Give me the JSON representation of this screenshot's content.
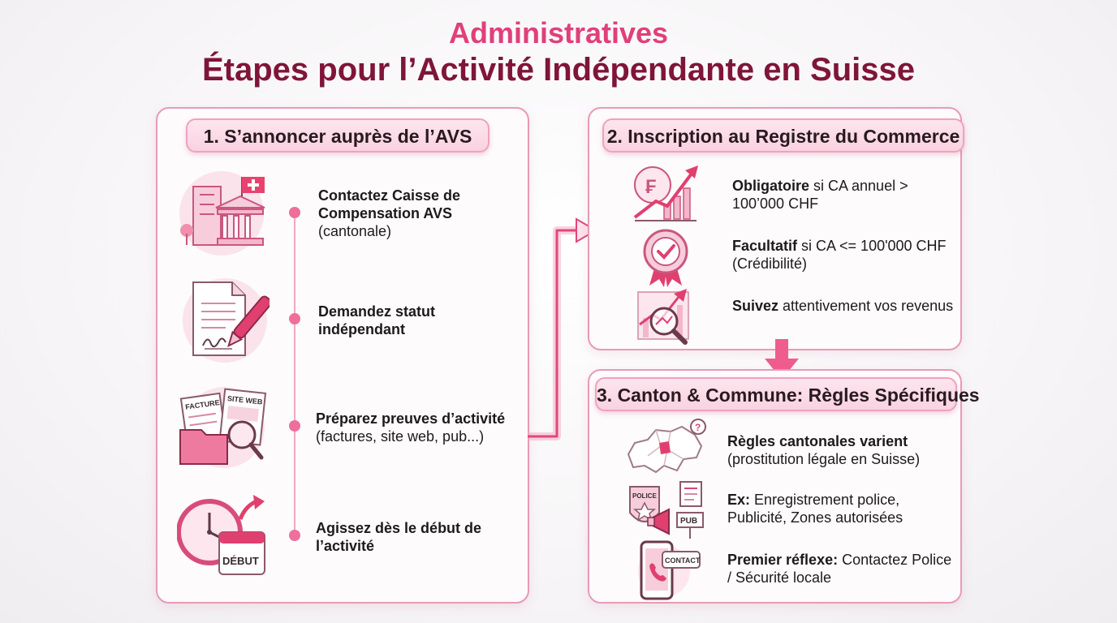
{
  "header": {
    "title_line1": "Administratives",
    "title_line2": "Étapes pour l’Activité Indépendante en Suisse"
  },
  "section1": {
    "title": "1. S’annoncer auprès de l’AVS",
    "steps": [
      {
        "bold": "Contactez Caisse de Compensation AVS",
        "normal": "(cantonale)",
        "icon": "government-building-icon"
      },
      {
        "bold": "Demandez statut indépendant",
        "normal": "",
        "icon": "signed-document-icon"
      },
      {
        "bold": "Préparez preuves d’activité",
        "normal": "(factures, site web, pub...)",
        "icon": "proof-documents-icon",
        "icon_labels": [
          "FACTURE",
          "SITE WEB"
        ]
      },
      {
        "bold": "Agissez dès le début de l’activité",
        "normal": "",
        "icon": "clock-calendar-icon",
        "icon_labels": [
          "DÉBUT"
        ]
      }
    ]
  },
  "section2": {
    "title": "2. Inscription au Registre du Commerce",
    "items": [
      {
        "bold": "Obligatoire",
        "normal": " si CA annuel > 100’000 CHF",
        "icon": "franc-growth-chart-icon"
      },
      {
        "bold": "Facultatif",
        "normal": " si CA <= 100'000 CHF (Crédibilité)",
        "icon": "quality-badge-icon"
      },
      {
        "bold": "Suivez",
        "normal": " attentivement vos revenus",
        "icon": "magnifier-chart-icon"
      }
    ]
  },
  "section3": {
    "title": "3. Canton & Commune: Règles Spécifiques",
    "items": [
      {
        "bold": "Règles cantonales varient",
        "normal": "(prostitution légale en Suisse)",
        "icon": "swiss-map-icon"
      },
      {
        "bold": "Ex:",
        "normal": " Enregistrement police, Publicité, Zones autorisées",
        "icon": "police-pub-icon",
        "icon_labels": [
          "POLICE",
          "PUB"
        ]
      },
      {
        "bold": "Premier réflexe:",
        "normal": " Contactez Police / Sécurité locale",
        "icon": "phone-contact-icon",
        "icon_labels": [
          "CONTACT"
        ]
      }
    ]
  },
  "colors": {
    "accent": "#e0407a",
    "title_dark": "#7f1538",
    "border": "#e89ab6",
    "pill_bg": "#fde5ee"
  }
}
